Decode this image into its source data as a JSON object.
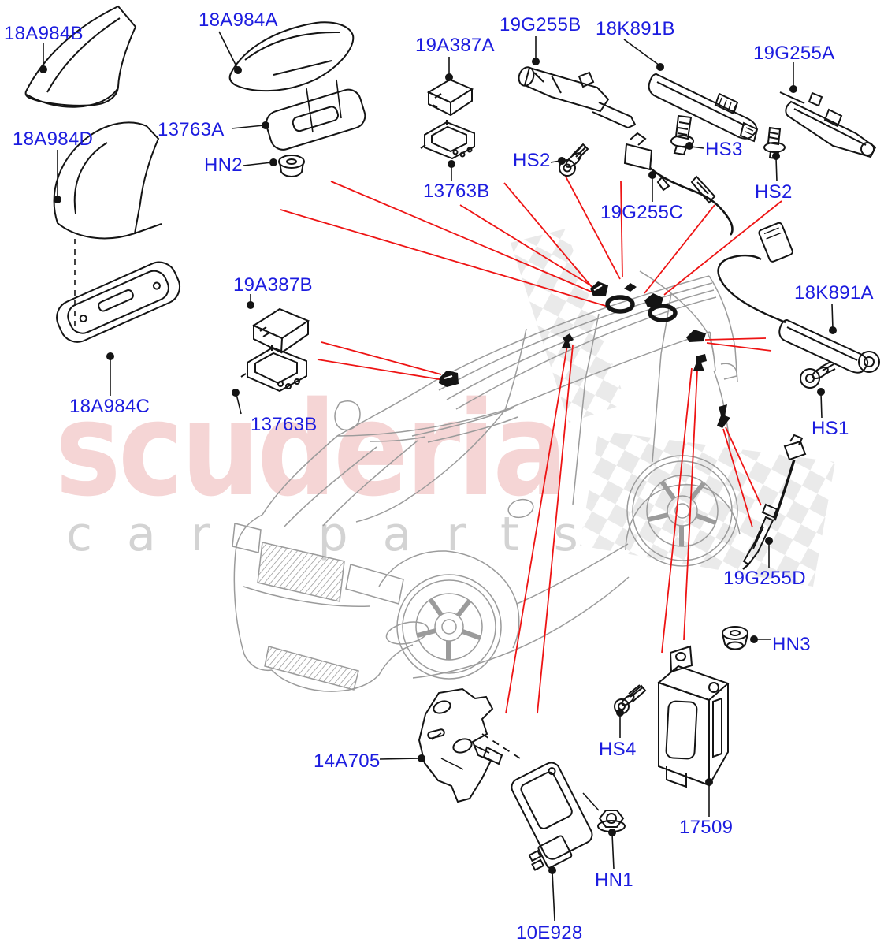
{
  "diagram": {
    "type": "exploded-parts-diagram",
    "watermark": {
      "brand": "scuderia",
      "tagline": "car parts"
    },
    "colors": {
      "label_blue": "#1c1cdf",
      "callout_red": "#ee1414",
      "vehicle_gray": "#9b9b9b",
      "part_ink": "#141414",
      "checker_gray": "#e6e6e6",
      "watermark_pink": "#f2cfcf",
      "watermark_gray": "#d6d6d6"
    },
    "labels": [
      {
        "part": "18A984B"
      },
      {
        "part": "18A984A"
      },
      {
        "part": "19A387A"
      },
      {
        "part": "19G255B"
      },
      {
        "part": "18K891B"
      },
      {
        "part": "19G255A"
      },
      {
        "part": "18A984D"
      },
      {
        "part": "13763A"
      },
      {
        "part": "HN2"
      },
      {
        "part": "13763B"
      },
      {
        "part": "HS2"
      },
      {
        "part": "HS3"
      },
      {
        "part": "19G255C"
      },
      {
        "part": "HS2"
      },
      {
        "part": "19A387B"
      },
      {
        "part": "18K891A"
      },
      {
        "part": "13763B"
      },
      {
        "part": "18A984C"
      },
      {
        "part": "HS1"
      },
      {
        "part": "19G255D"
      },
      {
        "part": "HN3"
      },
      {
        "part": "14A705"
      },
      {
        "part": "HS4"
      },
      {
        "part": "17509"
      },
      {
        "part": "HN1"
      },
      {
        "part": "10E928"
      }
    ]
  }
}
